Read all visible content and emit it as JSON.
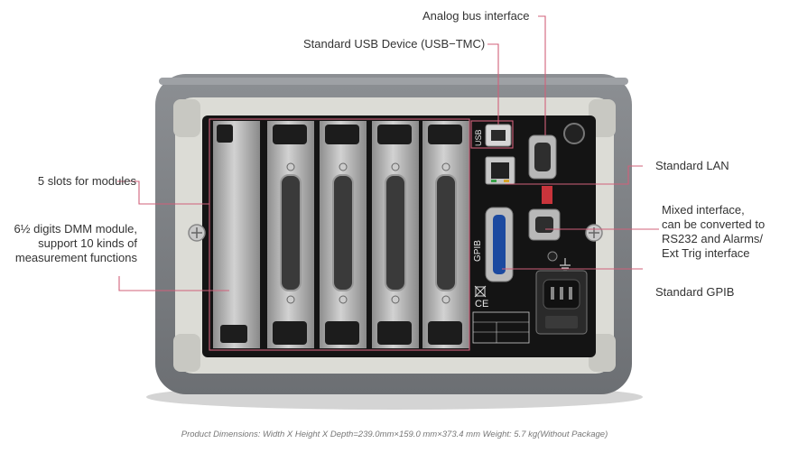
{
  "callouts": {
    "analog_bus": "Analog bus interface",
    "usb_device": "Standard USB Device (USB−TMC)",
    "slots": "5 slots for modules",
    "dmm": [
      "6½ digits DMM module,",
      "support 10 kinds of",
      "measurement functions"
    ],
    "lan": "Standard LAN",
    "mixed": [
      "Mixed interface,",
      "can be converted to",
      "RS232 and Alarms/",
      "Ext Trig interface"
    ],
    "gpib": "Standard GPIB"
  },
  "panel_labels": {
    "usb": "USB",
    "gpib": "GPIB",
    "ce": "CE"
  },
  "footer": "Product Dimensions: Width X Height X Depth=239.0mm×159.0 mm×373.4 mm Weight: 5.7 kg(Without Package)",
  "colors": {
    "bezel": "#7d8084",
    "bezel_inner": "#d9d9d4",
    "panel": "#141414",
    "callout_line": "#d1607a",
    "slot_metal": "#a9a9a9"
  },
  "icons": [
    "usb-icon",
    "lan-port-icon",
    "gpib-connector-icon",
    "db9-connector-icon",
    "power-socket-icon",
    "fuse-icon",
    "ground-icon",
    "screw-icon"
  ]
}
